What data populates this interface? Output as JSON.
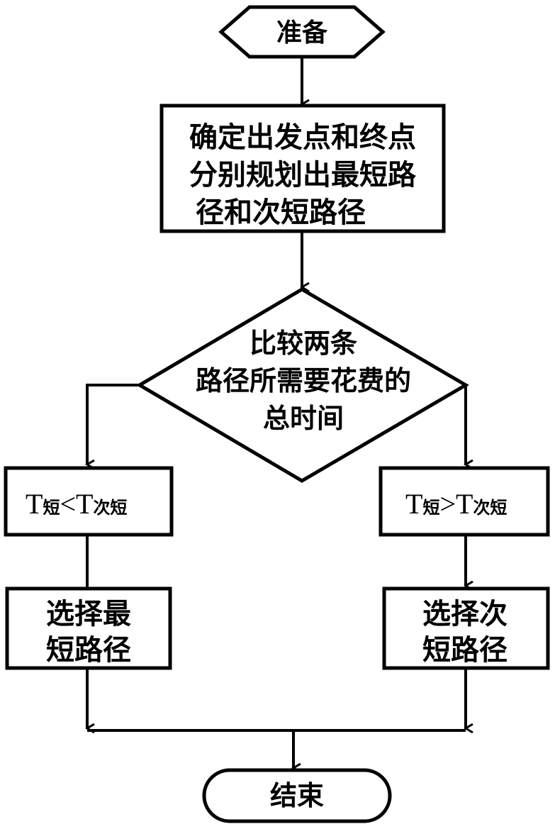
{
  "nodes": {
    "start": {
      "label": "准备"
    },
    "plan": {
      "lines": [
        "确定出发点和终点",
        "分别规划出最短路",
        "径和次短路径"
      ]
    },
    "decision": {
      "lines": [
        "比较两条",
        "路径所需要花费的",
        "总时间"
      ]
    },
    "cond_left": {
      "t1": "T",
      "sub1": "短",
      "op": "<",
      "t2": "T",
      "sub2": "次短"
    },
    "cond_right": {
      "t1": "T",
      "sub1": "短",
      "op": ">",
      "t2": "T",
      "sub2": "次短"
    },
    "choose_shortest": {
      "lines": [
        "选择最",
        "短路径"
      ]
    },
    "choose_second": {
      "lines": [
        "选择次",
        "短路径"
      ]
    },
    "end": {
      "label": "结束"
    }
  }
}
